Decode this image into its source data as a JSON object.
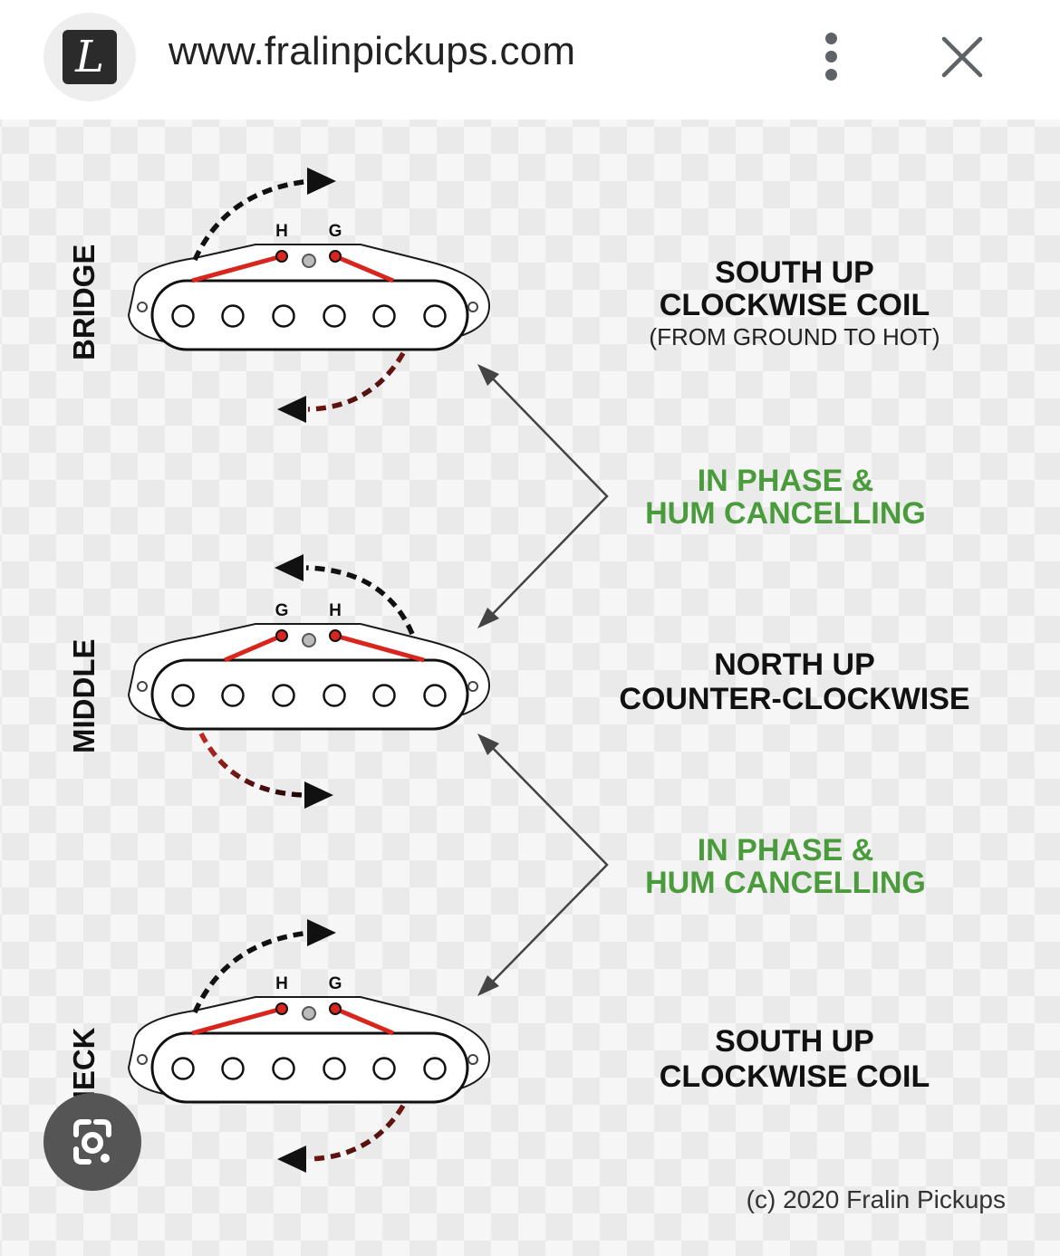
{
  "browser": {
    "url": "www.fralinpickups.com",
    "favicon_letter": "L",
    "menu_icon": "three-dots-vertical-icon",
    "close_icon": "close-icon",
    "lens_icon": "google-lens-icon"
  },
  "diagram": {
    "pickups": [
      {
        "position": "BRIDGE",
        "lead_left": "H",
        "lead_right": "G",
        "orientation_line1": "SOUTH UP",
        "orientation_line2": "CLOCKWISE COIL",
        "note": "(FROM GROUND TO HOT)"
      },
      {
        "position": "MIDDLE",
        "lead_left": "G",
        "lead_right": "H",
        "orientation_line1": "NORTH UP",
        "orientation_line2": "COUNTER-CLOCKWISE"
      },
      {
        "position": "NECK",
        "lead_left": "H",
        "lead_right": "G",
        "orientation_line1": "SOUTH UP",
        "orientation_line2": "CLOCKWISE COIL"
      }
    ],
    "relations": [
      {
        "line1": "IN PHASE &",
        "line2": "HUM CANCELLING"
      },
      {
        "line1": "IN PHASE &",
        "line2": "HUM CANCELLING"
      }
    ],
    "copyright": "(c) 2020 Fralin Pickups",
    "colors": {
      "relation_text": "#4a9b3c",
      "lead_wire": "#d8261e",
      "arrow_dark_red": "#7a1515"
    }
  }
}
